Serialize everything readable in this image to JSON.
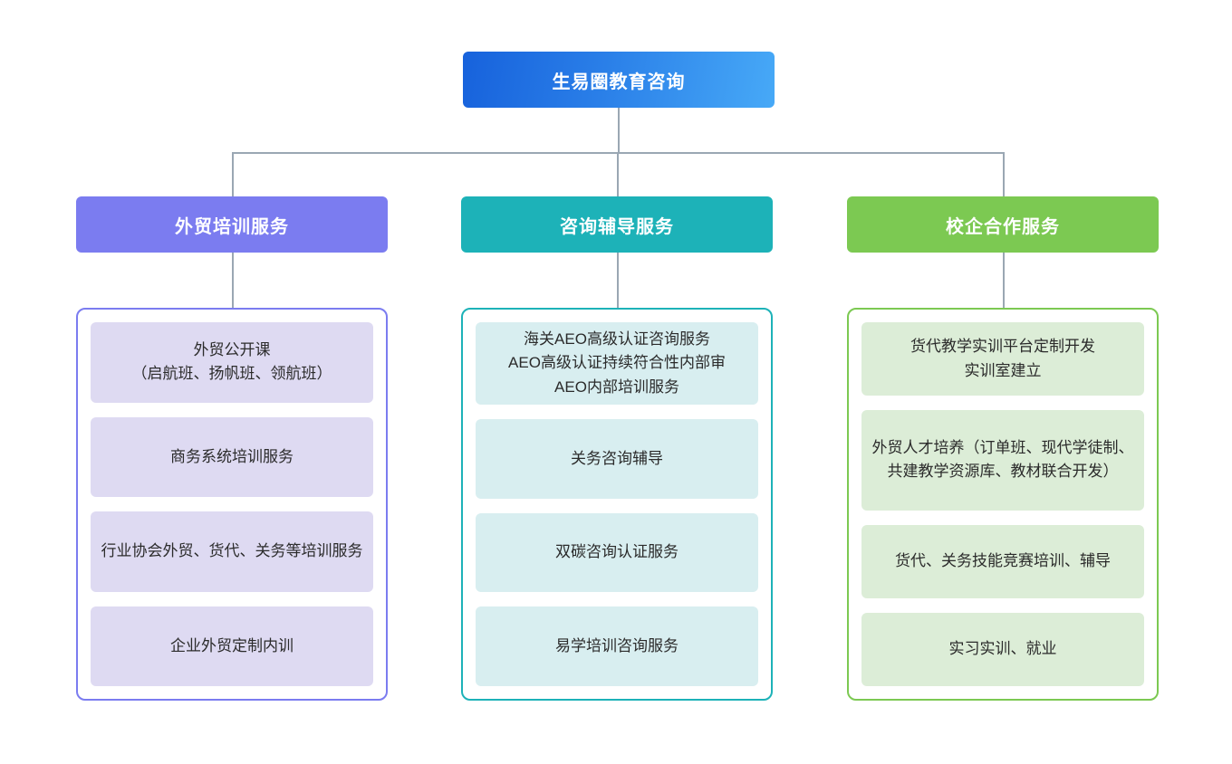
{
  "root": {
    "label": "生易圈教育咨询",
    "gradient_from": "#1762dc",
    "gradient_to": "#47a9f7"
  },
  "connector_color": "#9aa7b3",
  "columns": [
    {
      "header": "外贸培训服务",
      "header_color": "#7b7cf0",
      "border_color": "#7b7cf0",
      "card_color": "#dedaf2",
      "items": [
        "外贸公开课\n（启航班、扬帆班、领航班）",
        "商务系统培训服务",
        "行业协会外贸、货代、关务等培训服务",
        "企业外贸定制内训"
      ]
    },
    {
      "header": "咨询辅导服务",
      "header_color": "#1db2b8",
      "border_color": "#1db2b8",
      "card_color": "#d8eef0",
      "items": [
        "海关AEO高级认证咨询服务\nAEO高级认证持续符合性内部审\nAEO内部培训服务",
        "关务咨询辅导",
        "双碳咨询认证服务",
        "易学培训咨询服务"
      ]
    },
    {
      "header": "校企合作服务",
      "header_color": "#7cc952",
      "border_color": "#7cc952",
      "card_color": "#dcedd7",
      "items": [
        "货代教学实训平台定制开发\n实训室建立",
        "外贸人才培养（订单班、现代学徒制、共建教学资源库、教材联合开发）",
        "货代、关务技能竞赛培训、辅导",
        "实习实训、就业"
      ]
    }
  ]
}
